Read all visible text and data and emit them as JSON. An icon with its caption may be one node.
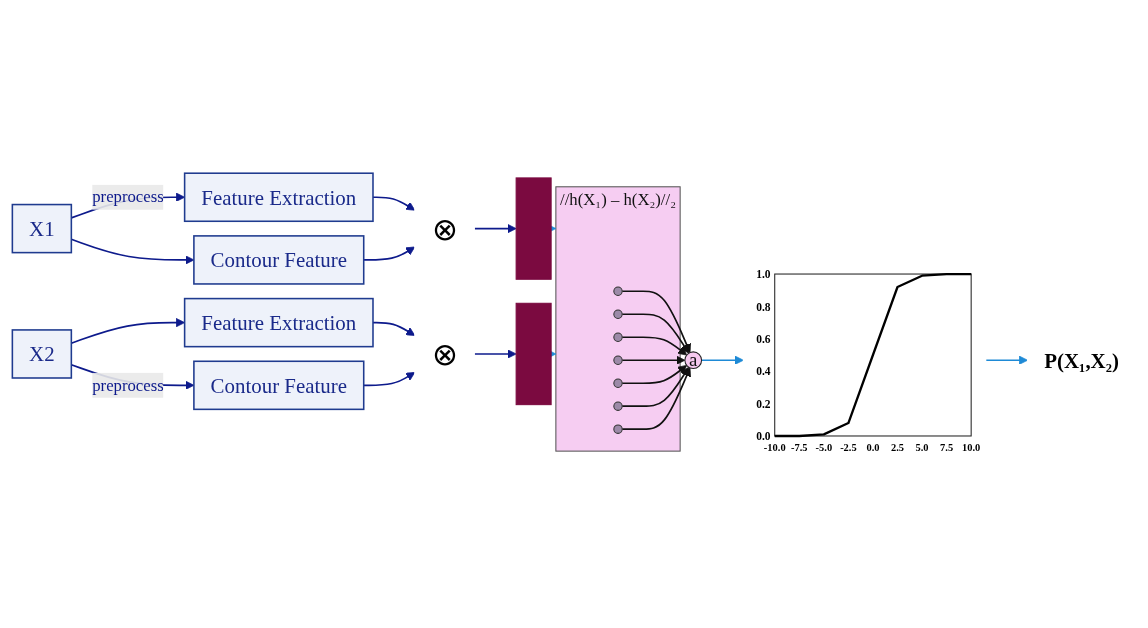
{
  "diagram": {
    "nodes": [
      {
        "text": [
          "X1"
        ]
      },
      {
        "text": [
          "Feature Extraction"
        ]
      },
      {
        "text": [
          "Contour Feature"
        ]
      },
      {
        "text": [
          "⊗"
        ]
      },
      {
        "text": [],
        "shape": "bar"
      },
      {
        "text": [
          "X2"
        ]
      },
      {
        "text": [
          "Feature Extraction"
        ]
      },
      {
        "text": [
          "Contour Feature"
        ]
      },
      {
        "text": [
          "⊗"
        ]
      },
      {
        "text": [],
        "shape": "bar"
      },
      {
        "text": [
          "//h(X₁) – h(X₂)//₂"
        ]
      },
      {
        "text": [],
        "shape": "circle",
        "in": 10
      },
      {
        "text": [],
        "shape": "circle",
        "in": 10
      },
      {
        "text": [],
        "shape": "circle",
        "in": 10
      },
      {
        "text": [],
        "shape": "circle",
        "in": 10
      },
      {
        "text": [],
        "shape": "circle",
        "in": 10
      },
      {
        "text": [],
        "shape": "circle",
        "in": 10
      },
      {
        "text": [],
        "shape": "circle",
        "in": 10
      },
      {
        "text": [
          "a"
        ]
      },
      {
        "text": [],
        "shape": "picture"
      },
      {
        "text": [
          "P(X₁,X₂)"
        ]
      }
    ],
    "edges": [
      {
        "from": 0,
        "to": 1,
        "arrow": "to",
        "label": "preprocess"
      },
      {
        "from": 0,
        "to": 2,
        "arrow": "to"
      },
      {
        "from": 1,
        "to": 3,
        "arrow": "to"
      },
      {
        "from": 2,
        "to": 3,
        "arrow": "to"
      },
      {
        "from": 3,
        "to": 4,
        "arrow": "to"
      },
      {
        "from": 5,
        "to": 6,
        "arrow": "to"
      },
      {
        "from": 5,
        "to": 7,
        "arrow": "to",
        "label": "preprocess"
      },
      {
        "from": 6,
        "to": 8,
        "arrow": "to"
      },
      {
        "from": 7,
        "to": 8,
        "arrow": "to"
      },
      {
        "from": 8,
        "to": 9,
        "arrow": "to"
      },
      {
        "from": 4,
        "to": 10,
        "arrow": "to",
        "color": "#1e8ad6"
      },
      {
        "from": 9,
        "to": 10,
        "arrow": "to",
        "color": "#1e8ad6"
      },
      {
        "from": 11,
        "to": 18,
        "arrow": "to",
        "color": "#111111"
      },
      {
        "from": 12,
        "to": 18,
        "arrow": "to",
        "color": "#111111"
      },
      {
        "from": 13,
        "to": 18,
        "arrow": "to",
        "color": "#111111"
      },
      {
        "from": 14,
        "to": 18,
        "arrow": "to",
        "color": "#111111"
      },
      {
        "from": 15,
        "to": 18,
        "arrow": "to",
        "color": "#111111"
      },
      {
        "from": 16,
        "to": 18,
        "arrow": "to",
        "color": "#111111"
      },
      {
        "from": 17,
        "to": 18,
        "arrow": "to",
        "color": "#111111"
      },
      {
        "from": 18,
        "to": 19,
        "arrow": "to",
        "color": "#1e8ad6"
      },
      {
        "from": 19,
        "to": 20,
        "arrow": "to",
        "color": "#1e8ad6"
      }
    ],
    "chart_data": {
      "type": "line",
      "x": [
        -10,
        -7.5,
        -5,
        -2.5,
        0,
        2.5,
        5,
        7.5,
        10
      ],
      "series": [
        {
          "color": "#000000",
          "values": [
            0,
            0,
            0.01,
            0.08,
            0.5,
            0.92,
            0.99,
            1,
            1
          ]
        }
      ],
      "xlim": [
        -10,
        10
      ],
      "ylim": [
        0,
        1
      ],
      "xticks": [
        {
          "value": -10,
          "label": "-10.0"
        },
        {
          "value": -7.5,
          "label": "-7.5"
        },
        {
          "value": -5,
          "label": "-5.0"
        },
        {
          "value": -2.5,
          "label": "-2.5"
        },
        {
          "value": 0,
          "label": "0.0"
        },
        {
          "value": 2.5,
          "label": "2.5"
        },
        {
          "value": 5,
          "label": "5.0"
        },
        {
          "value": 7.5,
          "label": "7.5"
        },
        {
          "value": 10,
          "label": "10.0"
        }
      ],
      "yticks": [
        {
          "value": 0,
          "label": "0.0"
        },
        {
          "value": 0.2,
          "label": "0.2"
        },
        {
          "value": 0.4,
          "label": "0.4"
        },
        {
          "value": 0.6,
          "label": "0.6"
        },
        {
          "value": 0.8,
          "label": "0.8"
        },
        {
          "value": 1,
          "label": "1.0"
        }
      ]
    }
  }
}
